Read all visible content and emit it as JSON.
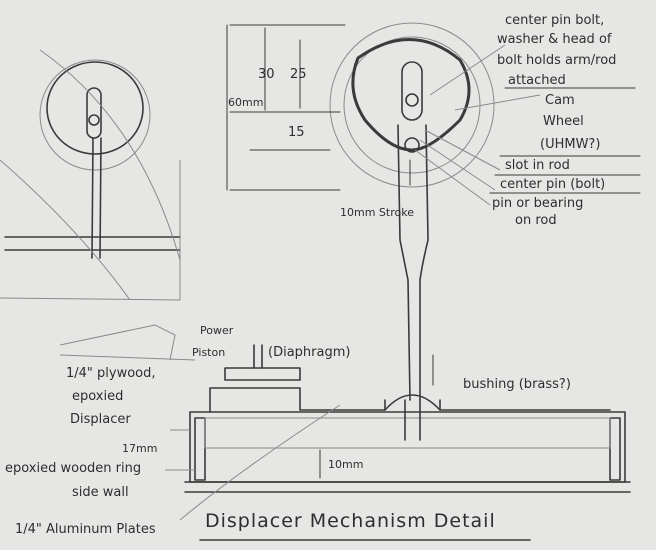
{
  "title": "Displacer Mechanism Detail",
  "labels": {
    "bolt_line1": "center pin bolt,",
    "bolt_line2": "washer & head of",
    "bolt_line3": "bolt holds arm/rod",
    "bolt_line4": "attached",
    "cam_line1": "Cam",
    "cam_line2": "Wheel",
    "cam_line3": "(UHMW?)",
    "slot": "slot in rod",
    "center_pin": "center pin (bolt)",
    "pin_line1": "pin or bearing",
    "pin_line2": "on rod",
    "stroke": "10mm Stroke",
    "power_line1": "Power",
    "power_line2": "Piston",
    "diaphragm": "(Diaphragm)",
    "bushing": "bushing (brass?)",
    "plywood_line1": "1/4\" plywood,",
    "plywood_line2": "epoxied",
    "plywood_line3": "Displacer",
    "ring_line1": "epoxied wooden ring",
    "ring_line2": "side wall",
    "aluminum": "1/4\" Aluminum Plates"
  },
  "dimensions": {
    "d30": "30",
    "d25": "25",
    "d60": "60mm",
    "d15": "15",
    "d17": "17mm",
    "d10": "10mm"
  }
}
